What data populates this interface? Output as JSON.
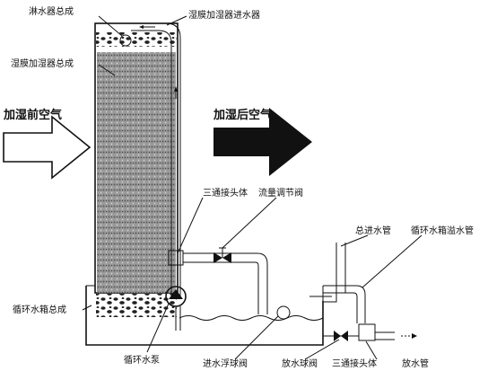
{
  "labels": {
    "spray_header": "淋水器总成",
    "humidifier_inlet": "湿膜加湿器进水器",
    "humidifier_assembly": "湿膜加湿器总成",
    "air_before": "加湿前空气",
    "air_after": "加湿后空气",
    "tee_upper": "三通接头体",
    "flow_valve": "流量调节阀",
    "main_inlet": "总进水管",
    "tank_overflow": "循环水箱溢水管",
    "tank_assembly": "循环水箱总成",
    "pump": "循环水泵",
    "float_valve": "进水浮球阀",
    "drain_ball_valve": "放水球阀",
    "tee_lower": "三通接头体",
    "drain_pipe": "放水管"
  }
}
